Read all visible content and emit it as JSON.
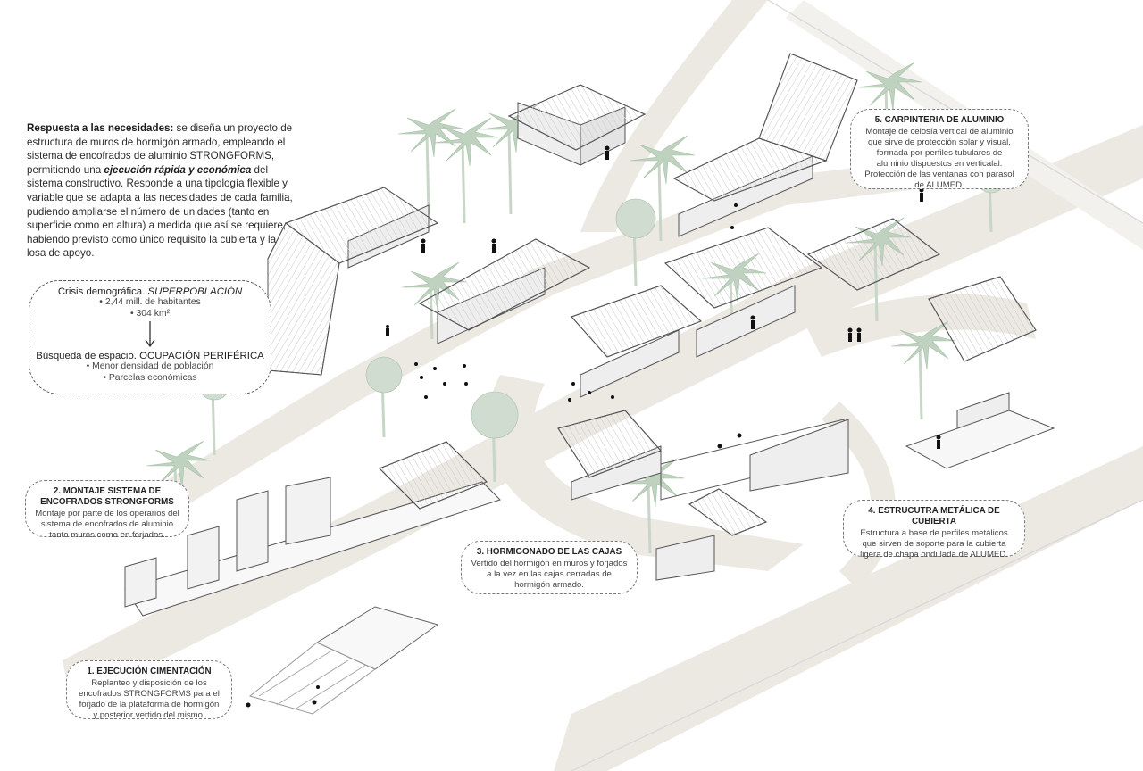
{
  "intro": {
    "bold_lead": "Respuesta a las necesidades:",
    "text_1": " se diseña un proyecto de estructura de muros de hormigón armado, empleando el sistema de encofrados de aluminio STRONGFORMS, permitiendo una ",
    "emph_1": "ejecución rápida y económica",
    "text_2": " del sistema constructivo. Responde a una tipología flexible y variable que se adapta a las necesidades de cada familia, pudiendo ampliarse el número de unidades (tanto en superficie como en altura) a medida que así se requiere, habiendo previsto como único requisito la cubierta y la losa de apoyo."
  },
  "crisis": {
    "line1_plain": "Crisis demográfica.",
    "line1_em": "SUPERPOBLACIÓN",
    "bullet1": "• 2,44 mill. de habitantes",
    "bullet2": "• 304 km²",
    "line2": "Búsqueda de espacio. OCUPACIÓN PERIFÉRICA",
    "bullet3": "• Menor densidad de población",
    "bullet4": "• Parcelas económicas"
  },
  "steps": [
    {
      "title": "1. EJECUCIÓN CIMENTACIÓN",
      "text": "Replanteo y disposición de los encofrados STRONGFORMS para el forjado de la plataforma de hormigón y posterior vertido del mismo."
    },
    {
      "title": "2. MONTAJE SISTEMA DE ENCOFRADOS STRONGFORMS",
      "text": "Montaje por parte de los operarios del sistema de encofrados de aluminio tanto muros como en forjados."
    },
    {
      "title": "3. HORMIGONADO DE LAS CAJAS",
      "text": "Vertido del hormigón en muros y forjados a la vez en las cajas cerradas de hormigón armado."
    },
    {
      "title": "4. ESTRUCUTRA METÁLICA DE CUBIERTA",
      "text": "Estructura a base de perfiles metálicos que sirven de soporte para la cubierta ligera de chapa ondulada de ALUMED."
    },
    {
      "title": "5. CARPINTERIA DE ALUMINIO",
      "text": "Montaje de celosía vertical de aluminio que sirve de protección solar y visual, formada por perfiles tubulares de aluminio dispuestos en verticalal. Protección de las ventanas con parasol de ALUMED."
    }
  ],
  "colors": {
    "path": "#ece9e3",
    "roof": "#f4f4f4",
    "line": "#555555",
    "tree": "#b8ccb8",
    "wall": "#eeeeee"
  }
}
